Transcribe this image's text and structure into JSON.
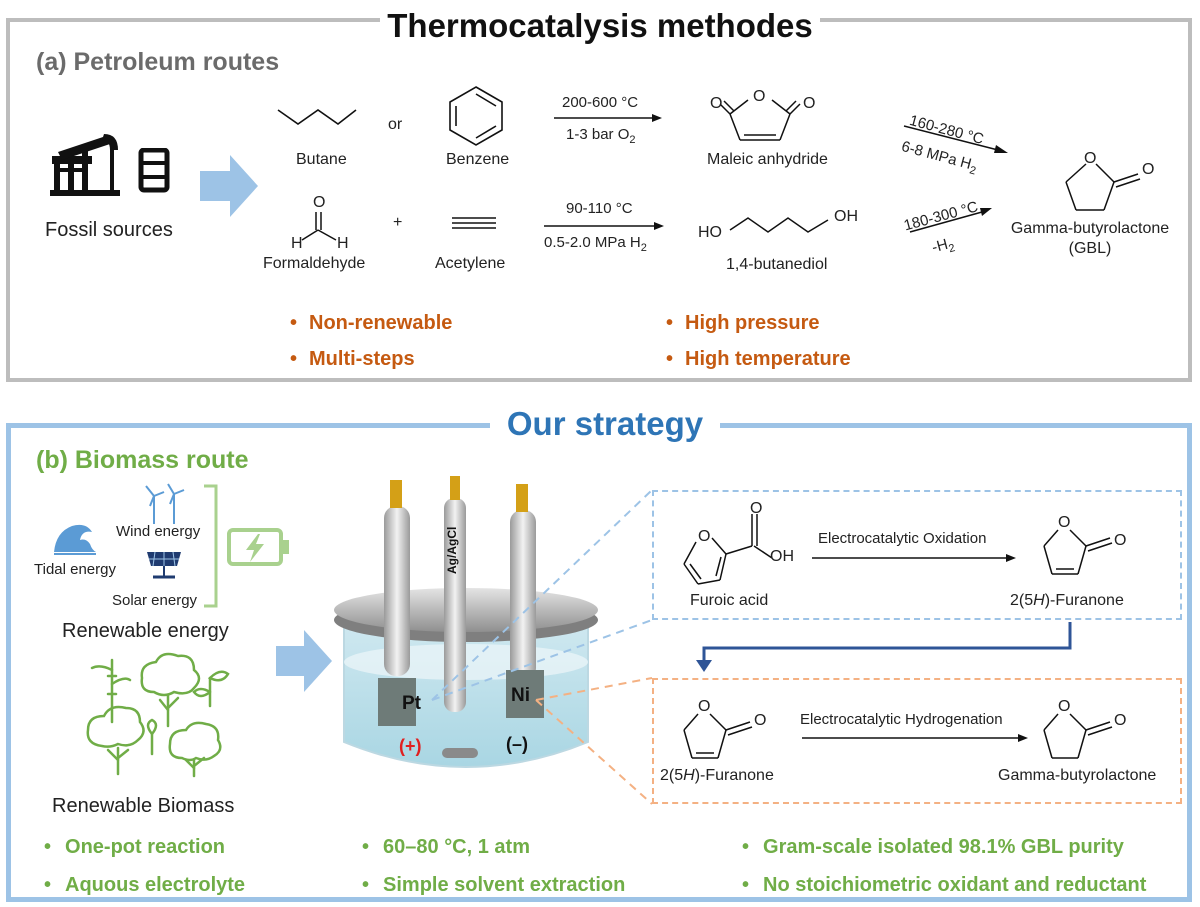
{
  "titles": {
    "top": "Thermocatalysis methodes",
    "bottom": "Our strategy"
  },
  "panel_a": {
    "heading": "(a) Petroleum routes",
    "fossil_label": "Fossil sources",
    "butane": "Butane",
    "or": "or",
    "benzene": "Benzene",
    "cond1_top": "200-600 °C",
    "cond1_bottom_main": "1-3 bar O",
    "cond1_bottom_sub": "2",
    "maleic": "Maleic anhydride",
    "cond2_top": "160-280 °C",
    "cond2_bottom_main": "6-8 MPa H",
    "cond2_bottom_sub": "2",
    "formaldehyde": "Formaldehyde",
    "plus": "+",
    "acetylene": "Acetylene",
    "cond3_top": "90-110 °C",
    "cond3_bottom_main": "0.5-2.0 MPa H",
    "cond3_bottom_sub": "2",
    "butanediol": "1,4-butanediol",
    "cond4_top": "180-300 °C",
    "cond4_bottom_main": "-H",
    "cond4_bottom_sub": "2",
    "gbl_line1": "Gamma-butyrolactone",
    "gbl_line2": "(GBL)",
    "atom_O": "O",
    "atom_H": "H",
    "atom_HO": "HO",
    "atom_OH": "OH",
    "bullets_left": [
      "Non-renewable",
      "Multi-steps"
    ],
    "bullets_right": [
      "High pressure",
      "High temperature"
    ]
  },
  "panel_b": {
    "heading": "(b) Biomass route",
    "wind": "Wind energy",
    "tidal": "Tidal energy",
    "solar": "Solar energy",
    "renewable_energy": "Renewable energy",
    "renewable_biomass": "Renewable Biomass",
    "ref_electrode": "Ag/AgCl",
    "anode": "Pt",
    "anode_sign": "(+)",
    "cathode": "Ni",
    "cathode_sign": "(–)",
    "furoic": "Furoic acid",
    "step1": "Electrocatalytic Oxidation",
    "furanone_main": "2(5",
    "furanone_italic": "H",
    "furanone_end": ")-Furanone",
    "step2": "Electrocatalytic Hydrogenation",
    "gbl": "Gamma-butyrolactone",
    "bullets_col1": [
      "One-pot reaction",
      "Aquous electrolyte"
    ],
    "bullets_col2": [
      "60–80 °C, 1 atm",
      "Simple solvent extraction"
    ],
    "bullets_col3": [
      "Gram-scale isolated 98.1% GBL purity",
      "No stoichiometric oxidant and reductant"
    ]
  },
  "colors": {
    "orange_bullet": "#c55a11",
    "green": "#70ad47",
    "blue_title": "#2e75b6",
    "blue_border": "#9dc3e6",
    "grey_border": "#bdbdbd",
    "dashed_blue": "#9dc3e6",
    "dashed_orange": "#f4b183"
  }
}
